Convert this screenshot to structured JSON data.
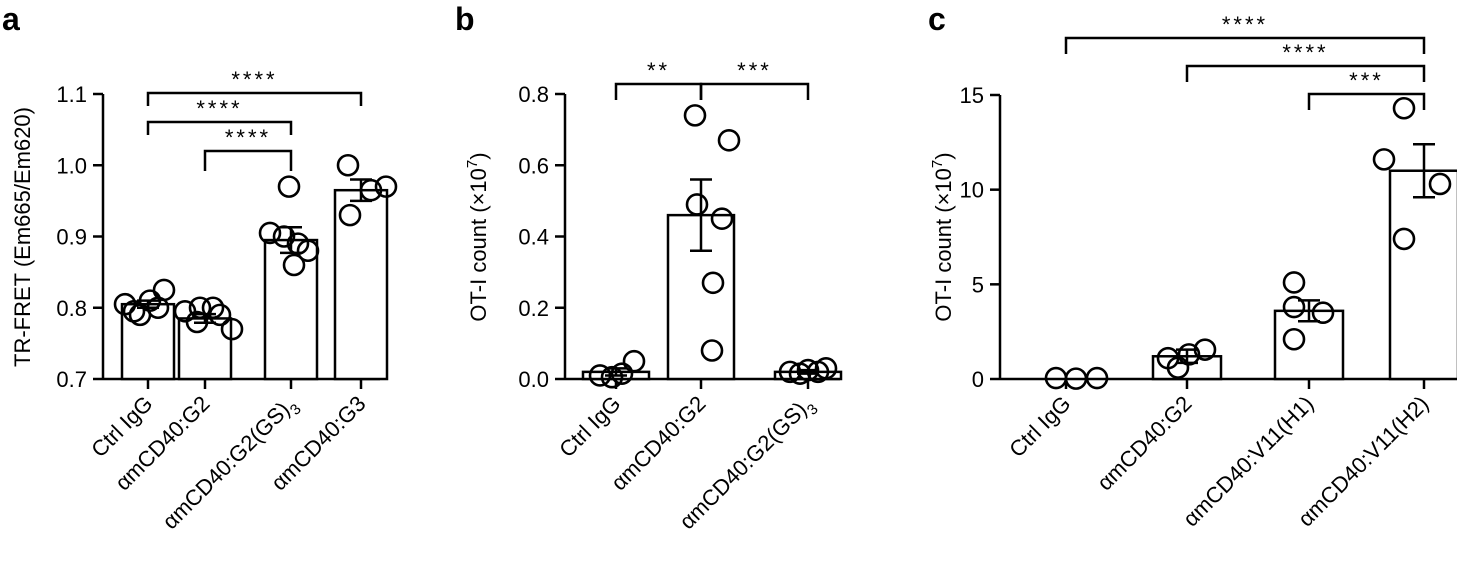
{
  "chart_data": [
    {
      "panel": "a",
      "type": "bar",
      "ylabel": "TR-FRET (Em665/Em620)",
      "ylim": [
        0.7,
        1.1
      ],
      "yticks": [
        0.7,
        0.8,
        0.9,
        1.0,
        1.1
      ],
      "ytick_labels": [
        "0.7",
        "0.8",
        "0.9",
        "1.0",
        "1.1"
      ],
      "categories": [
        {
          "pre": "Ctrl IgG",
          "sub": "",
          "full": "Ctrl IgG"
        },
        {
          "pre": "αmCD40:G2",
          "sub": "",
          "full": "αmCD40:G2"
        },
        {
          "pre": "αmCD40:G2(GS)",
          "sub": "3",
          "full": "αmCD40:G2(GS)3"
        },
        {
          "pre": "αmCD40:G3",
          "sub": "",
          "full": "αmCD40:G3"
        }
      ],
      "values": [
        0.805,
        0.785,
        0.895,
        0.965
      ],
      "sem": [
        0.005,
        0.006,
        0.018,
        0.015
      ],
      "points": [
        [
          0.805,
          0.795,
          0.81,
          0.8,
          0.825,
          0.79
        ],
        [
          0.795,
          0.78,
          0.8,
          0.77,
          0.79,
          0.8
        ],
        [
          0.97,
          0.905,
          0.89,
          0.88,
          0.9,
          0.86
        ],
        [
          1.0,
          0.965,
          0.97,
          0.93
        ]
      ],
      "significance": [
        {
          "from": 0,
          "to": 3,
          "label": "****"
        },
        {
          "from": 0,
          "to": 2,
          "label": "****"
        },
        {
          "from": 1,
          "to": 2,
          "label": "****"
        }
      ]
    },
    {
      "panel": "b",
      "type": "bar",
      "ylabel": "OT-I count (×10",
      "ylabel_sup": "7",
      "ylabel_end": ")",
      "ylim": [
        0.0,
        0.8
      ],
      "yticks": [
        0.0,
        0.2,
        0.4,
        0.6,
        0.8
      ],
      "ytick_labels": [
        "0.0",
        "0.2",
        "0.4",
        "0.6",
        "0.8"
      ],
      "categories": [
        {
          "pre": "Ctrl IgG",
          "sub": "",
          "full": "Ctrl IgG"
        },
        {
          "pre": "αmCD40:G2",
          "sub": "",
          "full": "αmCD40:G2"
        },
        {
          "pre": "αmCD40:G2(GS)",
          "sub": "3",
          "full": "αmCD40:G2(GS)3"
        }
      ],
      "values": [
        0.02,
        0.46,
        0.02
      ],
      "sem": [
        0.01,
        0.1,
        0.005
      ],
      "points": [
        [
          0.01,
          0.005,
          0.015,
          0.05
        ],
        [
          0.74,
          0.67,
          0.49,
          0.45,
          0.27,
          0.08
        ],
        [
          0.02,
          0.015,
          0.025,
          0.02,
          0.03
        ]
      ],
      "significance": [
        {
          "from": 0,
          "to": 1,
          "label": "**"
        },
        {
          "from": 1,
          "to": 2,
          "label": "***"
        }
      ]
    },
    {
      "panel": "c",
      "type": "bar",
      "ylabel": "OT-I count (×10",
      "ylabel_sup": "7",
      "ylabel_end": ")",
      "ylim": [
        0,
        15
      ],
      "yticks": [
        0,
        5,
        10,
        15
      ],
      "ytick_labels": [
        "0",
        "5",
        "10",
        "15"
      ],
      "categories": [
        {
          "pre": "Ctrl IgG",
          "sub": "",
          "full": "Ctrl IgG"
        },
        {
          "pre": "αmCD40:G2",
          "sub": "",
          "full": "αmCD40:G2"
        },
        {
          "pre": "αmCD40:V11(H1)",
          "sub": "",
          "full": "αmCD40:V11(H1)"
        },
        {
          "pre": "αmCD40:V11(H2)",
          "sub": "",
          "full": "αmCD40:V11(H2)"
        }
      ],
      "values": [
        0.05,
        1.2,
        3.6,
        11.0
      ],
      "sem": [
        0.0,
        0.35,
        0.55,
        1.4
      ],
      "points": [
        [
          0.05,
          0.02,
          0.05
        ],
        [
          1.1,
          1.55,
          0.6,
          1.3
        ],
        [
          5.1,
          3.8,
          2.1,
          3.5
        ],
        [
          14.3,
          11.6,
          10.3,
          7.4
        ]
      ],
      "significance": [
        {
          "from": 0,
          "to": 3,
          "label": "****"
        },
        {
          "from": 1,
          "to": 3,
          "label": "****"
        },
        {
          "from": 2,
          "to": 3,
          "label": "***"
        }
      ]
    }
  ]
}
